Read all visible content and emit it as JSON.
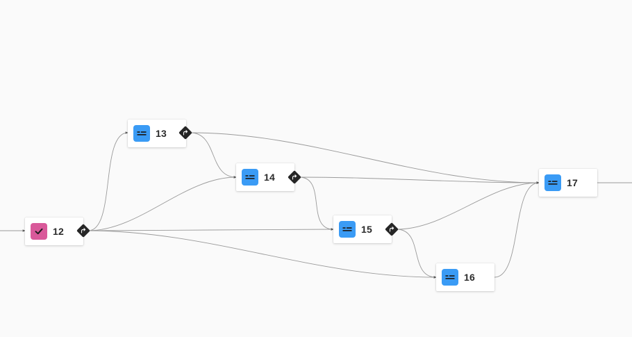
{
  "colors": {
    "canvas_bg": "#fafafa",
    "edge": "#9a9a9a",
    "check_badge": "#d9599a",
    "form_badge": "#3a9bf5",
    "branch_handle": "#262626"
  },
  "nodes": [
    {
      "id": "12",
      "label": "12",
      "icon": "check-icon",
      "has_branch": true
    },
    {
      "id": "13",
      "label": "13",
      "icon": "form-icon",
      "has_branch": true
    },
    {
      "id": "14",
      "label": "14",
      "icon": "form-icon",
      "has_branch": true
    },
    {
      "id": "15",
      "label": "15",
      "icon": "form-icon",
      "has_branch": true
    },
    {
      "id": "16",
      "label": "16",
      "icon": "form-icon",
      "has_branch": false
    },
    {
      "id": "17",
      "label": "17",
      "icon": "form-icon",
      "has_branch": false
    }
  ],
  "edges": [
    {
      "from": "12",
      "to": "13"
    },
    {
      "from": "12",
      "to": "14"
    },
    {
      "from": "12",
      "to": "15"
    },
    {
      "from": "12",
      "to": "16"
    },
    {
      "from": "13",
      "to": "14"
    },
    {
      "from": "13",
      "to": "17"
    },
    {
      "from": "14",
      "to": "15"
    },
    {
      "from": "14",
      "to": "17"
    },
    {
      "from": "15",
      "to": "16"
    },
    {
      "from": "15",
      "to": "17"
    },
    {
      "from": "16",
      "to": "17"
    }
  ]
}
